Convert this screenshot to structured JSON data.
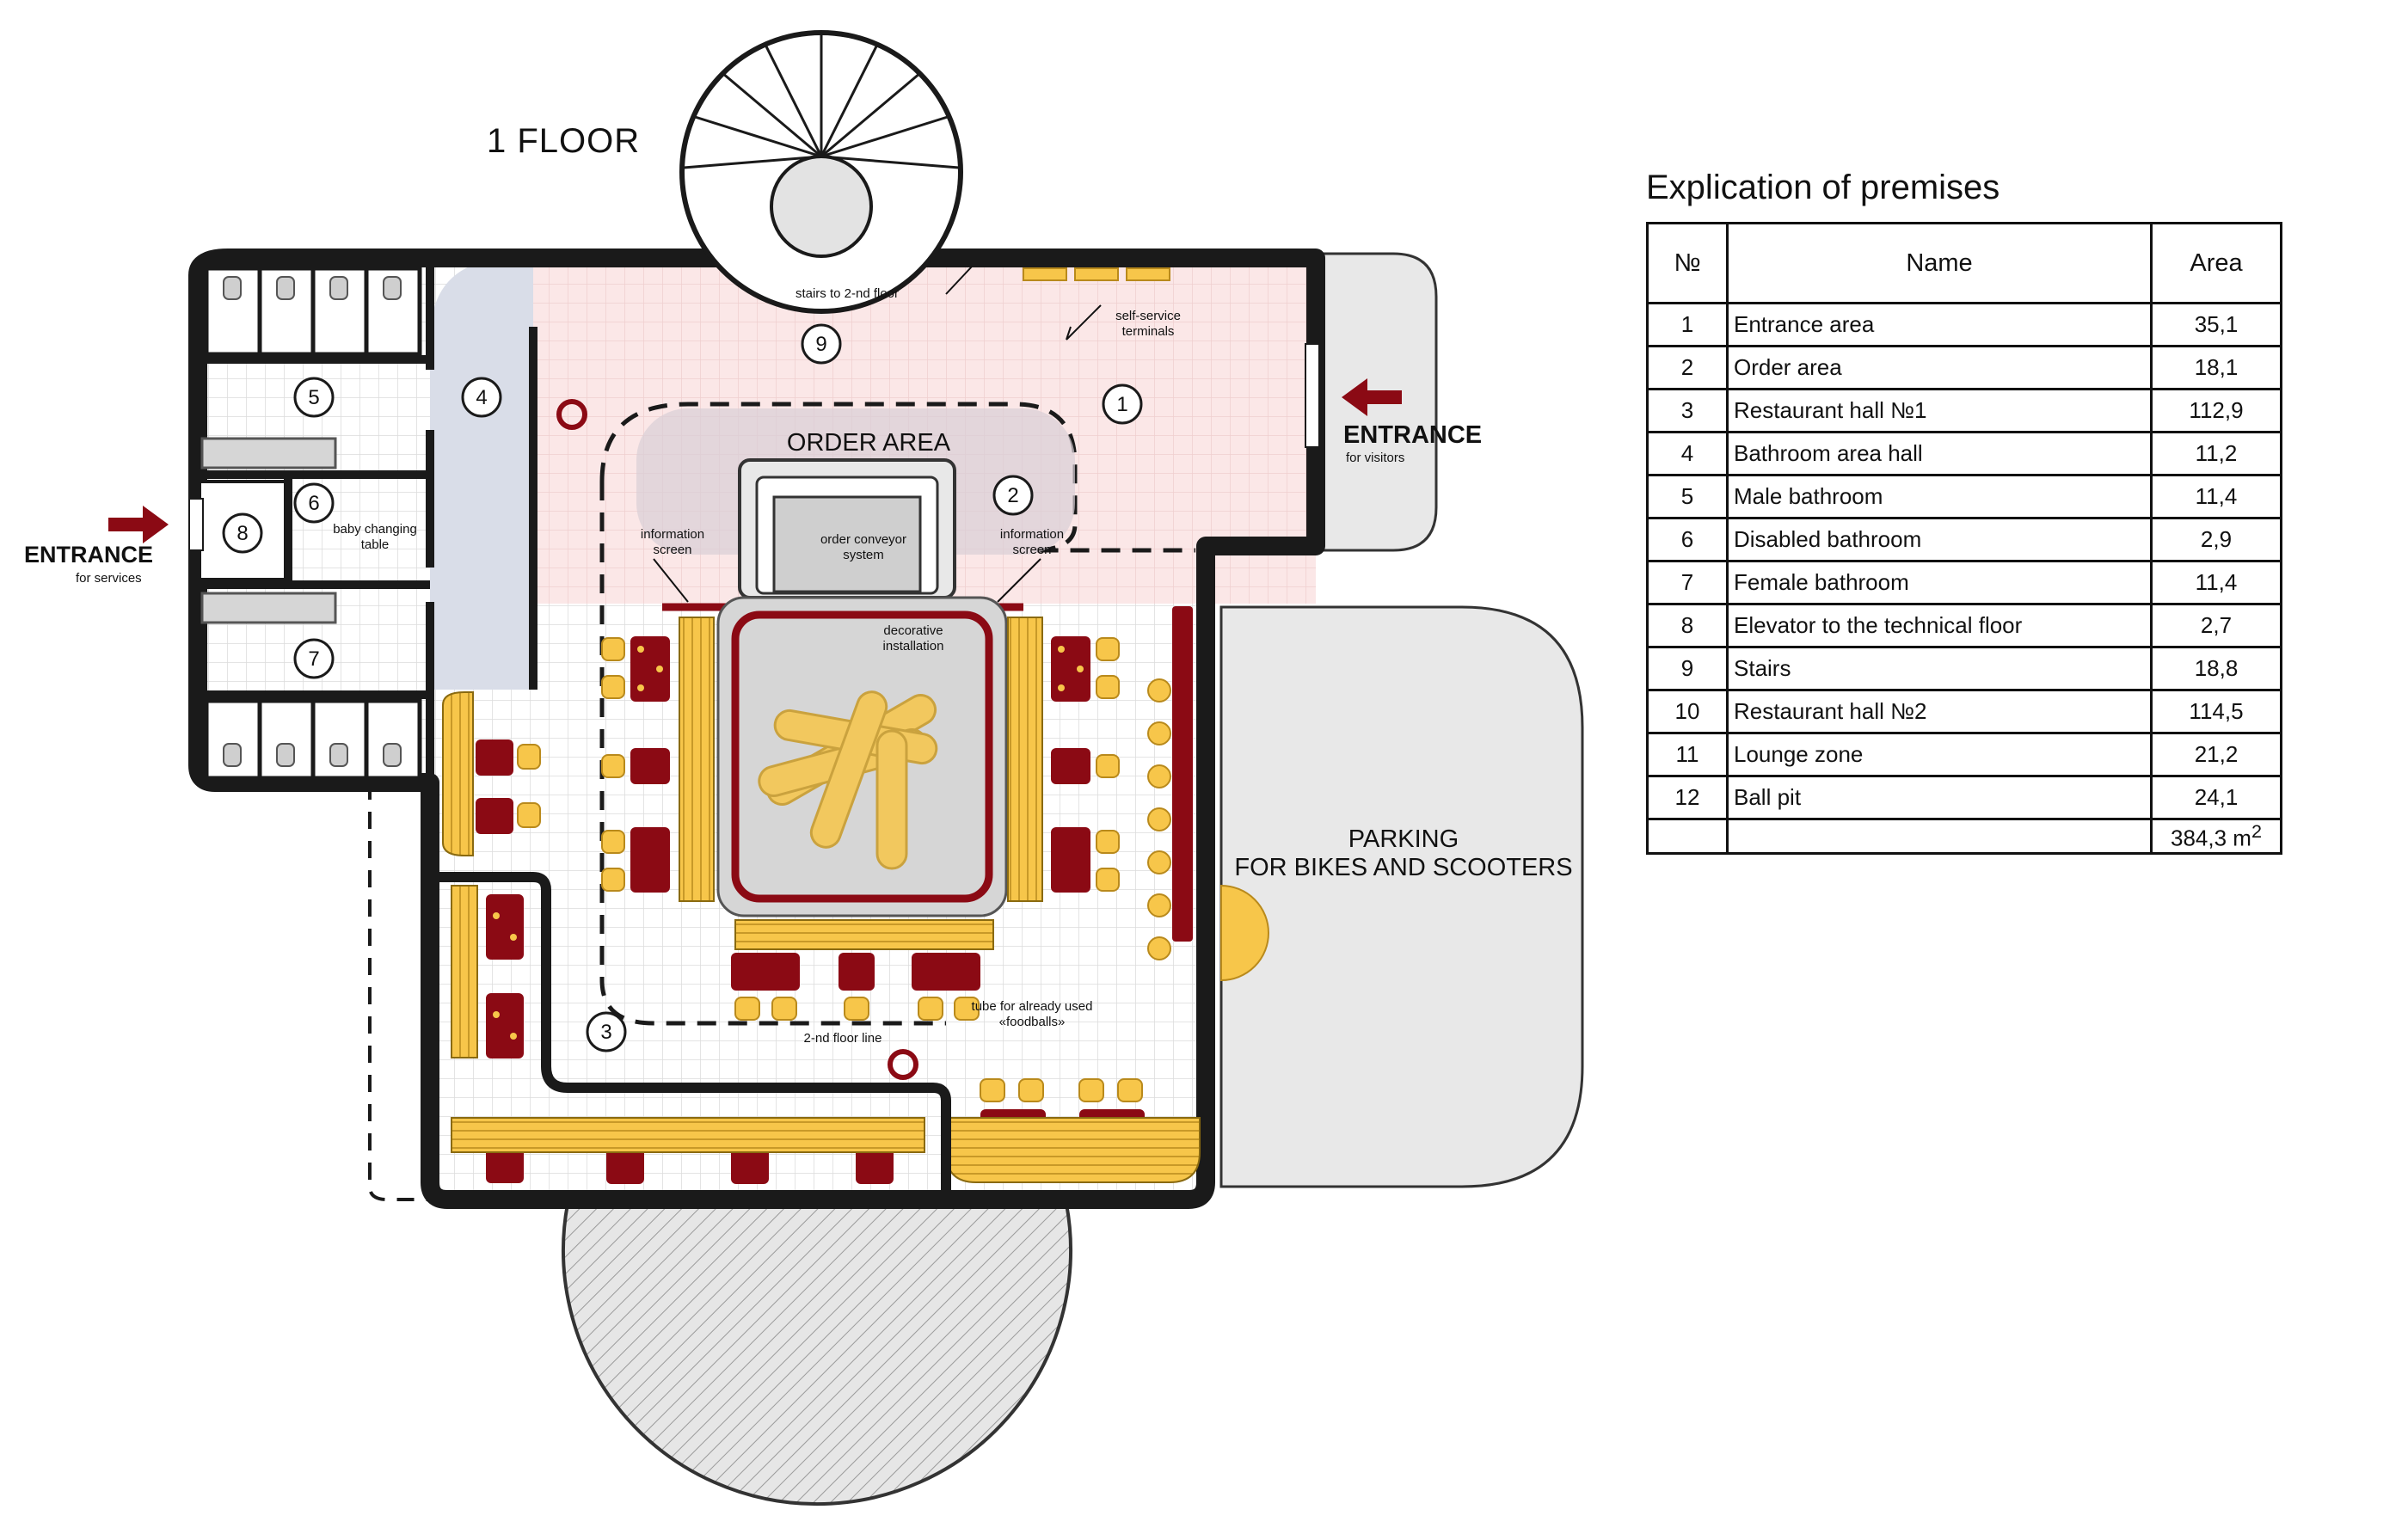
{
  "floor_title": "1 FLOOR",
  "plan": {
    "area_label": "ORDER AREA",
    "parking_label_line1": "PARKING",
    "parking_label_line2": "FOR BIKES AND SCOOTERS",
    "entrance_visitors_label": "ENTRANCE",
    "entrance_visitors_sub": "for visitors",
    "entrance_services_label": "ENTRANCE",
    "entrance_services_sub": "for services",
    "annotations": {
      "stairs": "stairs to 2-nd floor",
      "self_service": [
        "self-service",
        "terminals"
      ],
      "info_screen_left": [
        "information",
        "screen"
      ],
      "info_screen_right": [
        "information",
        "screen"
      ],
      "order_conveyor": [
        "order conveyor",
        "system"
      ],
      "decorative": [
        "decorative",
        "installation"
      ],
      "baby_changing": [
        "baby changing",
        "table"
      ],
      "floor_line": "2-nd floor line",
      "tube": [
        "tube for already used",
        "«foodballs»"
      ]
    },
    "room_markers": [
      "1",
      "2",
      "3",
      "4",
      "5",
      "6",
      "7",
      "8",
      "9"
    ],
    "colors": {
      "wall": "#1a1a1a",
      "entrance_zone": "#fbe7e7",
      "corridor": "#d9dde8",
      "dark_red": "#8b0a14",
      "yellow": "#f7c64a",
      "grey": "#e3e3e3"
    }
  },
  "explication": {
    "title": "Explication of premises",
    "headers": [
      "№",
      "Name",
      "Area"
    ],
    "rows": [
      [
        "1",
        "Entrance area",
        "35,1"
      ],
      [
        "2",
        "Order area",
        "18,1"
      ],
      [
        "3",
        "Restaurant hall №1",
        "112,9"
      ],
      [
        "4",
        "Bathroom area hall",
        "11,2"
      ],
      [
        "5",
        "Male bathroom",
        "11,4"
      ],
      [
        "6",
        "Disabled bathroom",
        "2,9"
      ],
      [
        "7",
        "Female bathroom",
        "11,4"
      ],
      [
        "8",
        "Elevator to the technical floor",
        "2,7"
      ],
      [
        "9",
        "Stairs",
        "18,8"
      ],
      [
        "10",
        "Restaurant hall №2",
        "114,5"
      ],
      [
        "11",
        "Lounge zone",
        "21,2"
      ],
      [
        "12",
        "Ball pit",
        "24,1"
      ]
    ],
    "total_value": "384,3 m",
    "total_unit_sup": "2"
  }
}
